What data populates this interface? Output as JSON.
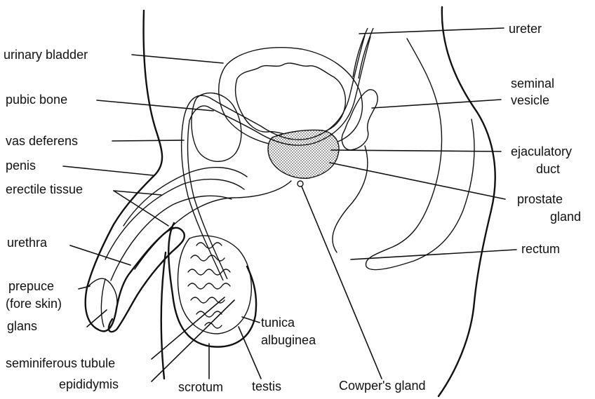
{
  "labels": {
    "ureter": "ureter",
    "urinary_bladder": "urinary bladder",
    "seminal_vesicle_1": "seminal",
    "seminal_vesicle_2": "vesicle",
    "pubic_bone": "pubic bone",
    "vas_deferens": "vas deferens",
    "ejaculatory_duct_1": "ejaculatory",
    "ejaculatory_duct_2": "duct",
    "penis": "penis",
    "erectile_tissue": "erectile tissue",
    "prostate_gland_1": "prostate",
    "prostate_gland_2": "gland",
    "urethra": "urethra",
    "rectum": "rectum",
    "prepuce_1": "prepuce",
    "prepuce_2": "(fore skin)",
    "glans": "glans",
    "tunica_albuginea_1": "tunica",
    "tunica_albuginea_2": "albuginea",
    "seminiferous_tubule": "seminiferous tubule",
    "epididymis": "epididymis",
    "scrotum": "scrotum",
    "testis": "testis",
    "cowpers_gland": "Cowper's gland"
  }
}
